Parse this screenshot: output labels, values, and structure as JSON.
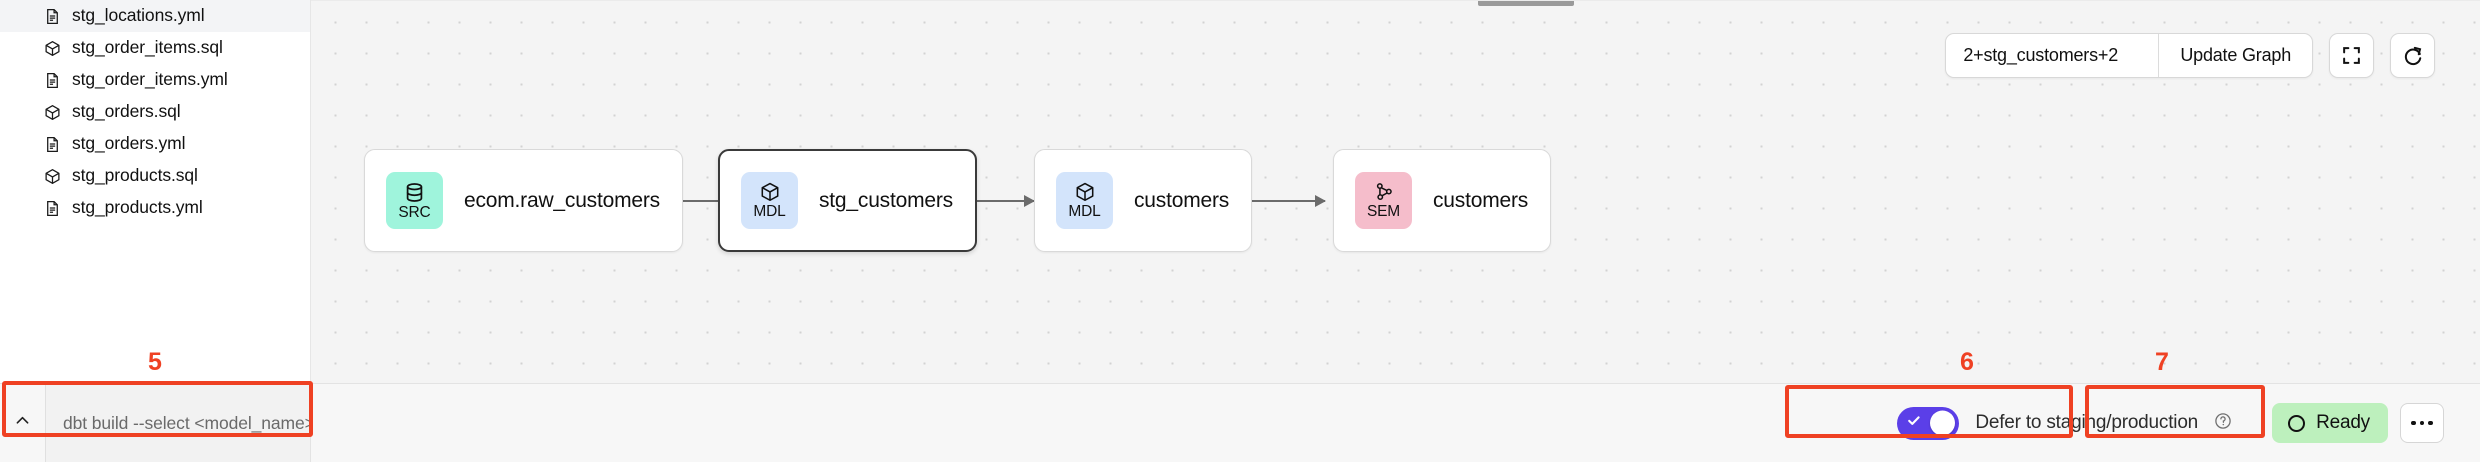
{
  "sidebar": {
    "files": [
      {
        "label": "stg_locations.yml",
        "icon": "file-yml-icon",
        "type": "yml"
      },
      {
        "label": "stg_order_items.sql",
        "icon": "cube-sql-icon",
        "type": "sql"
      },
      {
        "label": "stg_order_items.yml",
        "icon": "file-yml-icon",
        "type": "yml"
      },
      {
        "label": "stg_orders.sql",
        "icon": "cube-sql-icon",
        "type": "sql"
      },
      {
        "label": "stg_orders.yml",
        "icon": "file-yml-icon",
        "type": "yml"
      },
      {
        "label": "stg_products.sql",
        "icon": "cube-sql-icon",
        "type": "sql"
      },
      {
        "label": "stg_products.yml",
        "icon": "file-yml-icon",
        "type": "yml"
      }
    ]
  },
  "graph": {
    "toolbar": {
      "selector_value": "2+stg_customers+2",
      "selector_placeholder": "2+stg_customers+2",
      "update_graph_label": "Update Graph",
      "fullscreen_icon": "fullscreen-icon",
      "refresh_icon": "refresh-icon"
    },
    "nodes": [
      {
        "badge": "SRC",
        "title": "ecom.raw_customers",
        "icon": "database-icon",
        "badge_color": "#9ff4dc",
        "selected": false
      },
      {
        "badge": "MDL",
        "title": "stg_customers",
        "icon": "cube-icon",
        "badge_color": "#d3e4fb",
        "selected": true
      },
      {
        "badge": "MDL",
        "title": "customers",
        "icon": "cube-icon",
        "badge_color": "#d3e4fb",
        "selected": false
      },
      {
        "badge": "SEM",
        "title": "customers",
        "icon": "semantic-icon",
        "badge_color": "#f5bdcb",
        "selected": false
      }
    ]
  },
  "command_bar": {
    "collapse_icon": "chevron-up-icon",
    "placeholder": "dbt build --select <model_name>",
    "value": ""
  },
  "status_bar": {
    "defer_toggle": {
      "label": "Defer to staging/production",
      "enabled": true,
      "help_icon": "help-circle-icon"
    },
    "status": {
      "text": "Ready",
      "color": "#bdf0bd"
    },
    "more_label": "more-options"
  },
  "annotations": [
    {
      "number": "5"
    },
    {
      "number": "6"
    },
    {
      "number": "7"
    }
  ],
  "colors": {
    "accent_toggle": "#5b3fe8",
    "annotation": "#ef4123",
    "status_ready": "#bdf0bd",
    "badge_src": "#9ff4dc",
    "badge_mdl": "#d3e4fb",
    "badge_sem": "#f5bdcb"
  }
}
